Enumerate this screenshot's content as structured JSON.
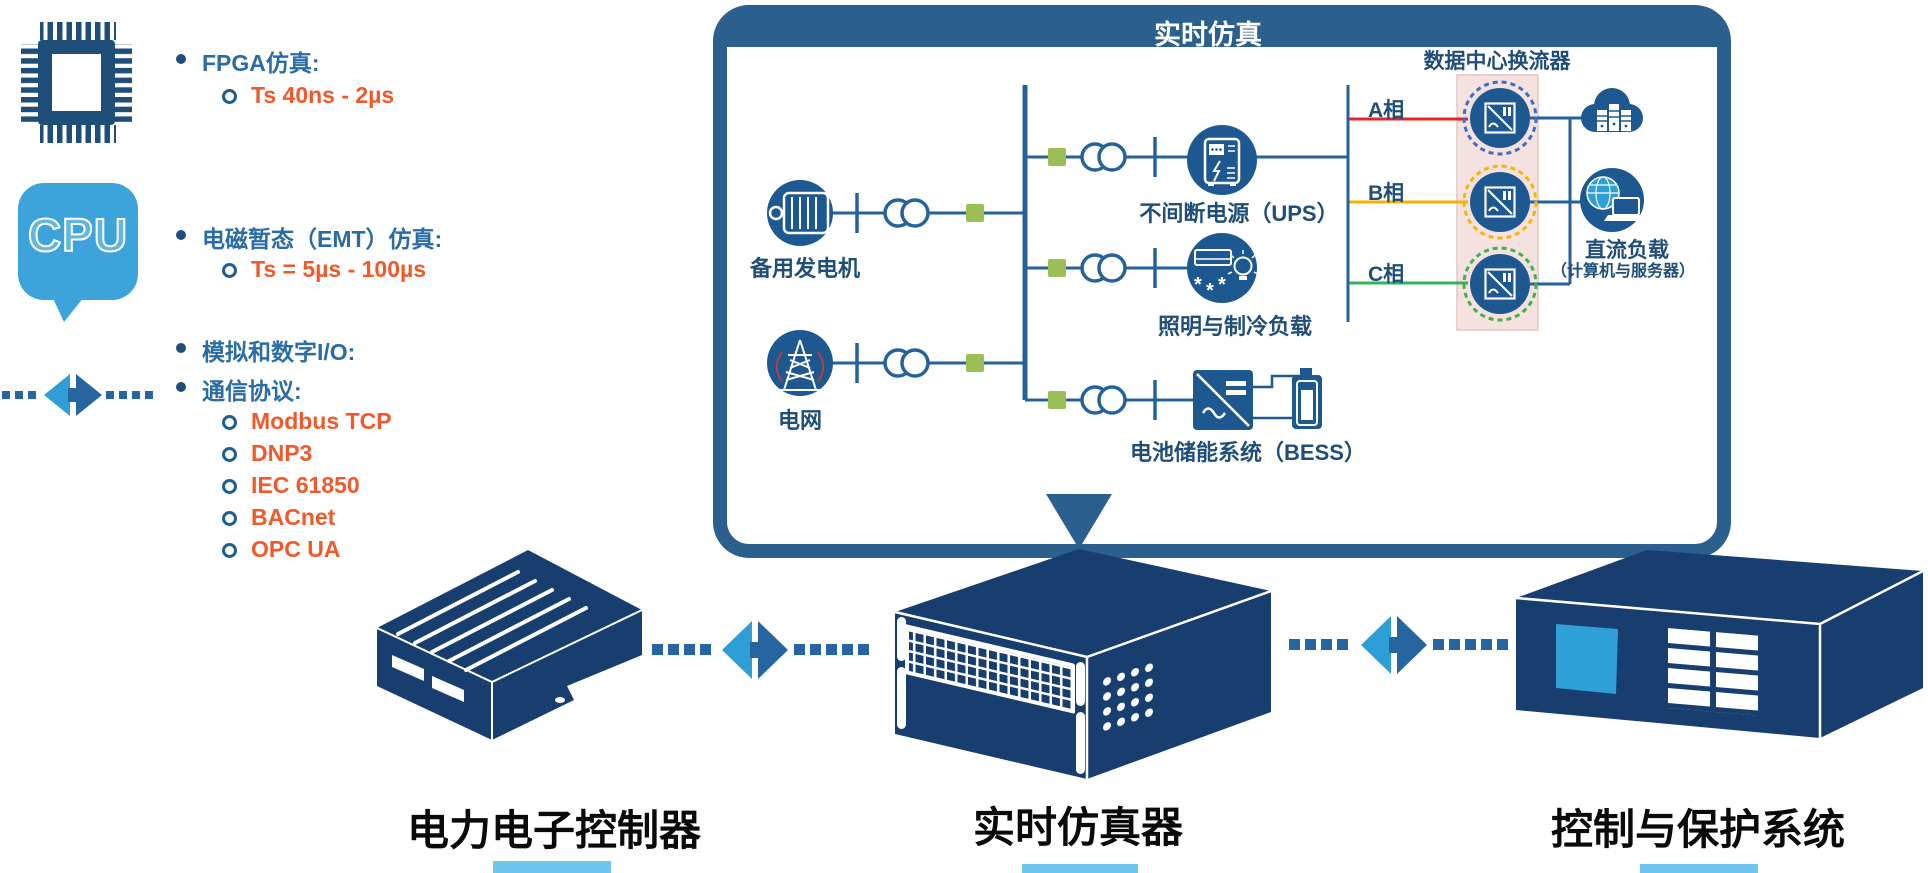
{
  "specs": {
    "fpga": {
      "label": "FPGA仿真:",
      "value": "Ts 40ns - 2µs"
    },
    "emt": {
      "label": "电磁暂态（EMT）仿真:",
      "value": "Ts = 5µs - 100µs"
    },
    "io": {
      "label": "模拟和数字I/O:"
    },
    "protocols": {
      "label": "通信协议:",
      "items": [
        "Modbus TCP",
        "DNP3",
        "IEC 61850",
        "BACnet",
        "OPC UA"
      ]
    }
  },
  "cpu_chip": {
    "label": "CPU"
  },
  "panel": {
    "title": "实时仿真",
    "converter_group_label": "数据中心换流器",
    "nodes": {
      "generator": "备用发电机",
      "grid": "电网",
      "ups": "不间断电源（UPS）",
      "lighting": "照明与制冷负载",
      "bess": "电池储能系统（BESS）",
      "dc_load": "直流负载",
      "dc_load_sub": "（计算机与服务器）"
    },
    "phases": [
      {
        "label": "A相",
        "color": "#E8232A"
      },
      {
        "label": "B相",
        "color": "#F2B200"
      },
      {
        "label": "C相",
        "color": "#2FB457"
      }
    ]
  },
  "devices": {
    "controller": "电力电子控制器",
    "simulator": "实时仿真器",
    "protection": "控制与保护系统"
  },
  "colors": {
    "panel_border": "#2B5F8D",
    "device_navy": "#173E6E",
    "icon_navy": "#1D5990",
    "line_blue": "#26629A",
    "breaker_green": "#9CBE56",
    "converter_box_pink": "#F5E1DF",
    "accent_light_blue": "#3CA4DB",
    "underline_blue": "#6EC6F0",
    "text_orange": "#F1592A",
    "text_blue": "#2A6CA5"
  }
}
